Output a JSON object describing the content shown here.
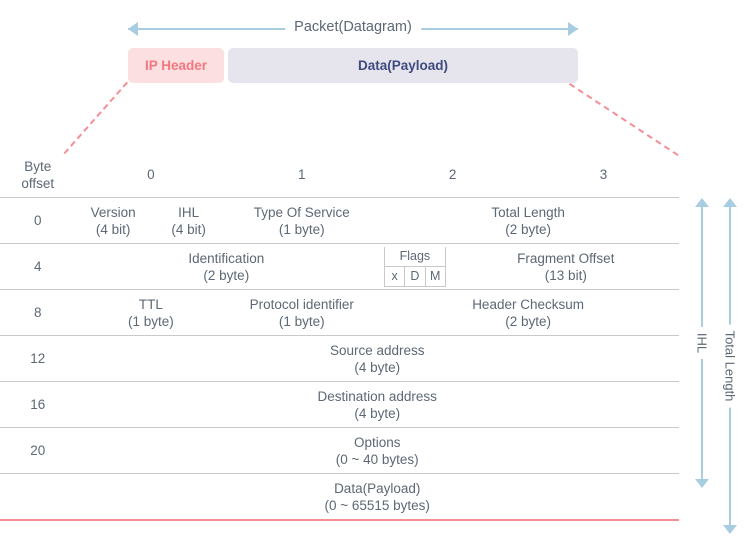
{
  "packet": {
    "arrow_label": "Packet(Datagram)",
    "ip_header_label": "IP Header",
    "data_payload_label": "Data(Payload)"
  },
  "table": {
    "gutter_header": "Byte\noffset",
    "gutter_header_line1": "Byte",
    "gutter_header_line2": "offset",
    "column_headers": [
      "0",
      "1",
      "2",
      "3"
    ],
    "rows": [
      {
        "offset": "0",
        "cells": [
          {
            "name": "Version",
            "size": "(4 bit)"
          },
          {
            "name": "IHL",
            "size": "(4 bit)"
          },
          {
            "name": "Type Of Service",
            "size": "(1 byte)"
          },
          {
            "name": "Total Length",
            "size": "(2 byte)"
          }
        ]
      },
      {
        "offset": "4",
        "cells": [
          {
            "name": "Identification",
            "size": "(2 byte)"
          },
          {
            "name": "Flags",
            "size": "",
            "flags": [
              "x",
              "D",
              "M"
            ]
          },
          {
            "name": "Fragment Offset",
            "size": "(13 bit)"
          }
        ]
      },
      {
        "offset": "8",
        "cells": [
          {
            "name": "TTL",
            "size": "(1 byte)"
          },
          {
            "name": "Protocol identifier",
            "size": "(1 byte)"
          },
          {
            "name": "Header Checksum",
            "size": "(2 byte)"
          }
        ]
      },
      {
        "offset": "12",
        "cells": [
          {
            "name": "Source address",
            "size": "(4 byte)"
          }
        ]
      },
      {
        "offset": "16",
        "cells": [
          {
            "name": "Destination address",
            "size": "(4 byte)"
          }
        ]
      },
      {
        "offset": "20",
        "cells": [
          {
            "name": "Options",
            "size": "(0 ~ 40 bytes)"
          }
        ]
      },
      {
        "offset": "",
        "cells": [
          {
            "name": "Data(Payload)",
            "size": "(0 ~ 65515 bytes)"
          }
        ]
      }
    ]
  },
  "side_arrows": {
    "ihl_label": "IHL",
    "total_length_label": "Total Length"
  },
  "colors": {
    "pink_border": "#f58e95",
    "pink_fill": "#fcdfe0",
    "pink_text": "#f4777f",
    "lavender_fill": "#e6e4ed",
    "payload_text": "#3f4a80",
    "blue_arrow": "#a8cde0",
    "grey_text": "#5d6875",
    "grey_line": "#c9c9c9"
  }
}
